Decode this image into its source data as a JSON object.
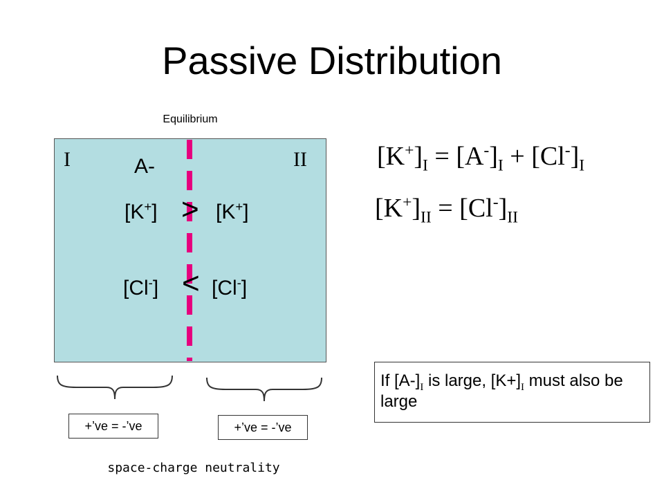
{
  "title": "Passive Distribution",
  "equilibrium_label": "Equilibrium",
  "compartments": {
    "left": "I",
    "right": "II"
  },
  "anion_label": "A-",
  "potassium": {
    "left": "[K",
    "right": "[K",
    "sup": "+",
    "close": "]",
    "comparison": ">"
  },
  "chloride": {
    "left": "[Cl",
    "right": "[Cl",
    "sup": "-",
    "close": "]",
    "comparison": "<"
  },
  "equation1": {
    "t1": "[K",
    "s1": "+",
    "t2": "]",
    "b1": "I",
    "t3": " = [A",
    "s2": "-",
    "t4": "]",
    "b2": "I",
    "t5": " + [Cl",
    "s3": "-",
    "t6": "]",
    "b3": "I"
  },
  "equation2": {
    "t1": "[K",
    "s1": "+",
    "t2": "]",
    "b1": "II",
    "t3": " = [Cl",
    "s2": "-",
    "t4": "]",
    "b2": "II"
  },
  "note": {
    "t1": "If [A-]",
    "b1": "I",
    "t2": " is large, [K+]",
    "b2": "I",
    "t3": " must also be large"
  },
  "neutrality_left": "+’ve = -’ve",
  "neutrality_right": "+’ve = -’ve",
  "space_charge_label": "space-charge neutrality",
  "colors": {
    "compartment_fill": "#b3dde1",
    "membrane": "#e6007e"
  }
}
